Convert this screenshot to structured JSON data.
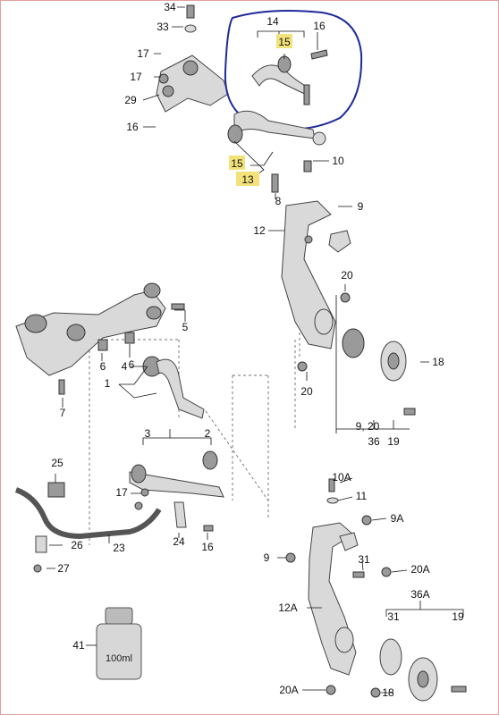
{
  "callouts": {
    "c34": "34",
    "c33": "33",
    "c17a": "17",
    "c17b": "17",
    "c29": "29",
    "c16a": "16",
    "c14": "14",
    "c15a": "15",
    "c16b": "16",
    "c15b": "15",
    "c13": "13",
    "c10": "10",
    "c8": "8",
    "c9a": "9",
    "c12": "12",
    "c20a": "20",
    "c18a": "18",
    "c20b": "20",
    "c920": "9, 20",
    "c19a": "19",
    "c36": "36",
    "c5": "5",
    "c6a": "6",
    "c6b": "6",
    "c4": "4",
    "c1": "1",
    "c7": "7",
    "c3": "3",
    "c2": "2",
    "c25": "25",
    "c17c": "17",
    "c26": "26",
    "c23": "23",
    "c27": "27",
    "c24": "24",
    "c16c": "16",
    "c10A": "10A",
    "c11": "11",
    "c9A": "9A",
    "c9b": "9",
    "c31a": "31",
    "c20A1": "20A",
    "c12A": "12A",
    "c36A": "36A",
    "c31b": "31",
    "c19b": "19",
    "c20A2": "20A",
    "c18b": "18",
    "c41": "41"
  },
  "bottle_label": "100ml",
  "colors": {
    "highlight": "#f3e27a",
    "circle": "#1e2a9a",
    "frame": "#e0a0a0"
  }
}
